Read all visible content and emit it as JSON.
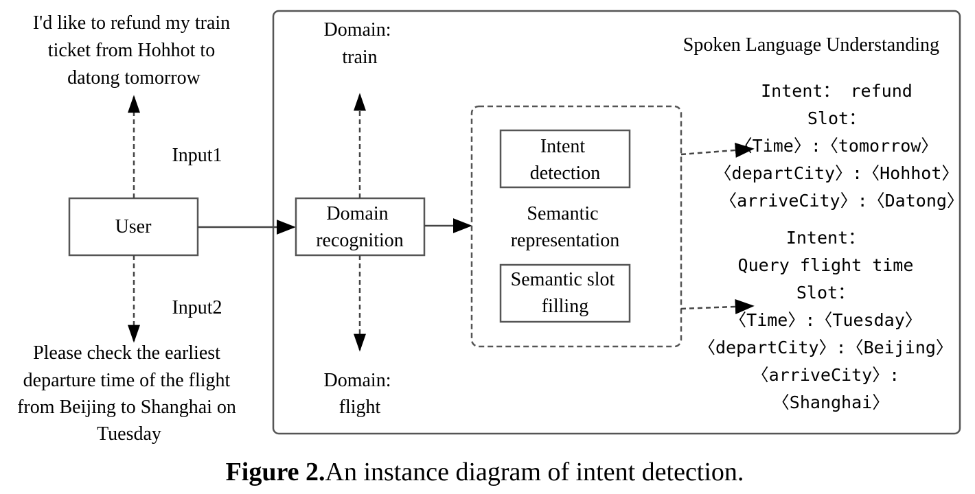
{
  "input_text_1": [
    "I'd like to refund my train",
    "ticket from Hohhot to",
    "datong tomorrow"
  ],
  "input_label_1": "Input1",
  "input_label_2": "Input2",
  "input_text_2": [
    "Please check the earliest",
    "departure time of the flight",
    "from Beijing to Shanghai on",
    "Tuesday"
  ],
  "user_box": "User",
  "domain_recognition": [
    "Domain",
    "recognition"
  ],
  "domain_train": [
    "Domain:",
    "train"
  ],
  "domain_flight": [
    "Domain:",
    "flight"
  ],
  "slu_title": "Spoken Language Understanding",
  "intent_detection": [
    "Intent",
    "detection"
  ],
  "semantic_representation": [
    "Semantic",
    "representation"
  ],
  "semantic_slot_filling": [
    "Semantic slot",
    "filling"
  ],
  "output_1": [
    "Intent： refund",
    "Slot：",
    "〈Time〉:〈tomorrow〉",
    "〈departCity〉:〈Hohhot〉",
    "〈arriveCity〉:〈Datong〉"
  ],
  "output_2": [
    "Intent：",
    "Query flight time",
    "Slot：",
    "〈Time〉:〈Tuesday〉",
    "〈departCity〉:〈Beijing〉",
    "〈arriveCity〉:",
    "〈Shanghai〉"
  ],
  "caption_bold": "Figure 2.",
  "caption_text": "An instance diagram of intent detection."
}
